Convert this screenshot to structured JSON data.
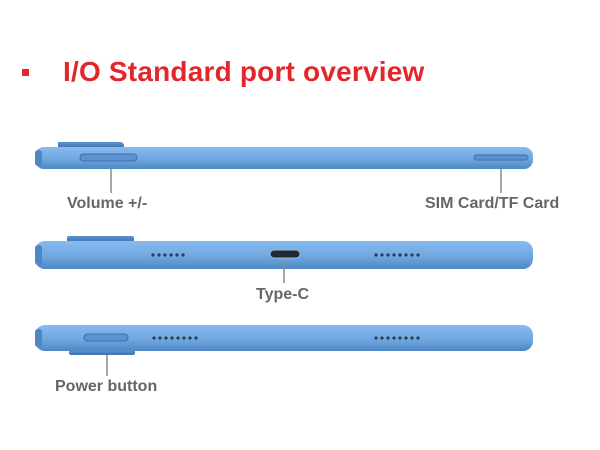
{
  "title": "I/O Standard port overview",
  "colors": {
    "title": "#e3262b",
    "device_body": "#6fa8e0",
    "device_shadow": "#4f86c4",
    "label_text": "#666666",
    "leader_line": "#8a8a8a"
  },
  "views": [
    {
      "name": "top-edge",
      "callouts": [
        "Volume +/-",
        "SIM Card/TF Card"
      ]
    },
    {
      "name": "bottom-edge",
      "callouts": [
        "Type-C"
      ]
    },
    {
      "name": "side-edge",
      "callouts": [
        "Power button"
      ]
    }
  ],
  "labels": {
    "volume": "Volume +/-",
    "sim_tf": "SIM Card/TF Card",
    "type_c": "Type-C",
    "power": "Power button"
  }
}
